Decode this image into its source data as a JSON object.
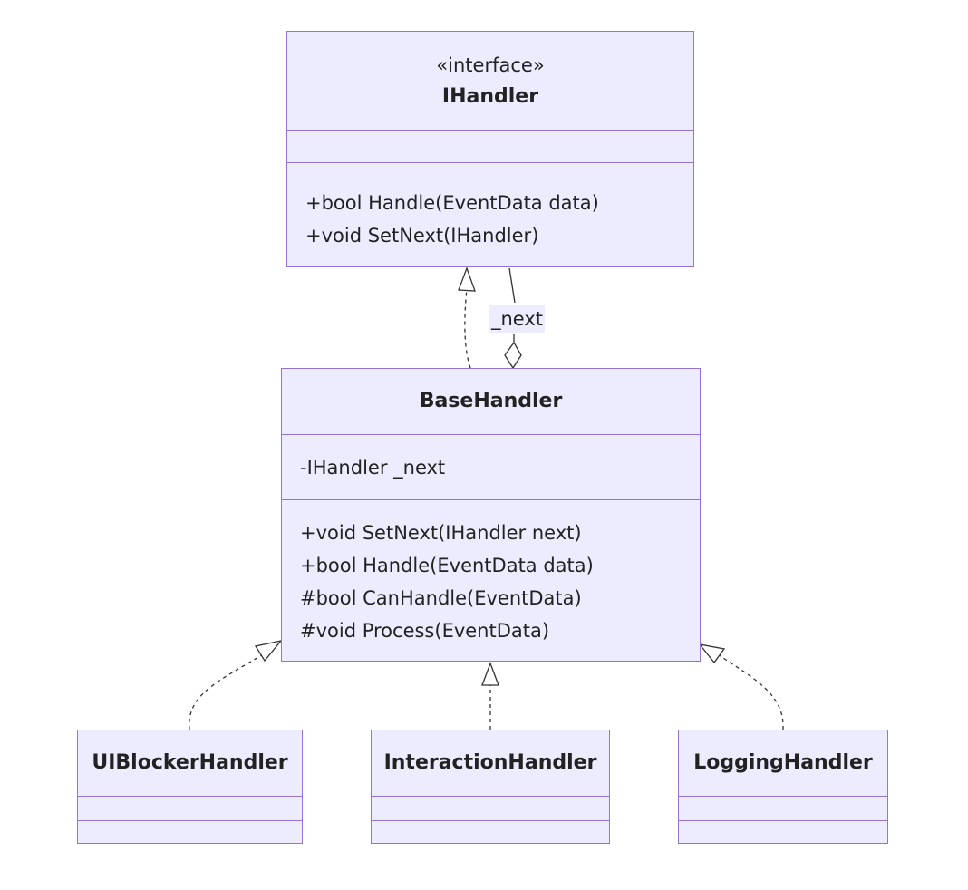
{
  "colors": {
    "fill": "#ececfe",
    "stroke": "#9274d6",
    "line": "#333333"
  },
  "classes": {
    "ihandler": {
      "stereotype": "«interface»",
      "name": "IHandler",
      "attributes": [],
      "methods": [
        "+bool Handle(EventData data)",
        "+void SetNext(IHandler)"
      ]
    },
    "basehandler": {
      "name": "BaseHandler",
      "attributes": [
        "-IHandler _next"
      ],
      "methods": [
        "+void SetNext(IHandler next)",
        "+bool Handle(EventData data)",
        "#bool CanHandle(EventData)",
        "#void Process(EventData)"
      ]
    },
    "uiblocker": {
      "name": "UIBlockerHandler",
      "attributes": [],
      "methods": []
    },
    "interaction": {
      "name": "InteractionHandler",
      "attributes": [],
      "methods": []
    },
    "logging": {
      "name": "LoggingHandler",
      "attributes": [],
      "methods": []
    }
  },
  "relations": [
    {
      "from": "BaseHandler",
      "to": "IHandler",
      "type": "realization"
    },
    {
      "from": "BaseHandler",
      "to": "IHandler",
      "type": "aggregation",
      "label": "_next"
    },
    {
      "from": "UIBlockerHandler",
      "to": "BaseHandler",
      "type": "realization"
    },
    {
      "from": "InteractionHandler",
      "to": "BaseHandler",
      "type": "realization"
    },
    {
      "from": "LoggingHandler",
      "to": "BaseHandler",
      "type": "realization"
    }
  ]
}
